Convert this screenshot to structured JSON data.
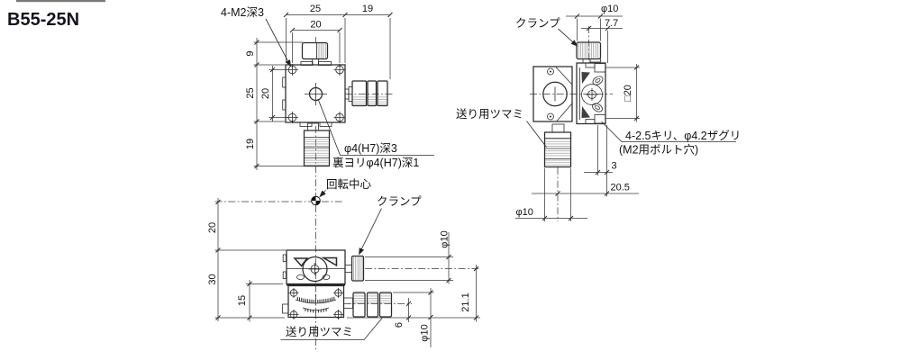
{
  "title": "B55-25N",
  "top_view": {
    "dim_width": "25",
    "dim_inner_w": "20",
    "dim_knob_r": "19",
    "dim_offset_t": "9",
    "dim_height": "25",
    "dim_inner_h": "20",
    "dim_knob_b": "19",
    "label_tap": "4-M2深3",
    "label_hole": "φ4(H7)深3",
    "label_hole_back": "裏ヨリφ4(H7)深1"
  },
  "side_view": {
    "label_clamp": "クランプ",
    "label_feed": "送り用ツマミ",
    "label_mount": "4-2.5キリ、φ4.2ザグリ",
    "label_mount2": "(M2用ボルト穴)",
    "dim_clamp_dia": "φ10",
    "dim_clamp_off": "7.7",
    "dim_square": "□20",
    "dim_edge": "3",
    "dim_center": "20.5",
    "dim_feed_dia": "φ10"
  },
  "front_view": {
    "label_rot": "回転中心",
    "label_clamp": "クランプ",
    "label_feed": "送り用ツマミ",
    "dim_upper": "20",
    "dim_total": "30",
    "dim_lower": "15",
    "dim_clamp_dia": "φ10",
    "dim_height": "21.1",
    "dim_feed_off": "6",
    "dim_feed_dia": "φ10"
  }
}
